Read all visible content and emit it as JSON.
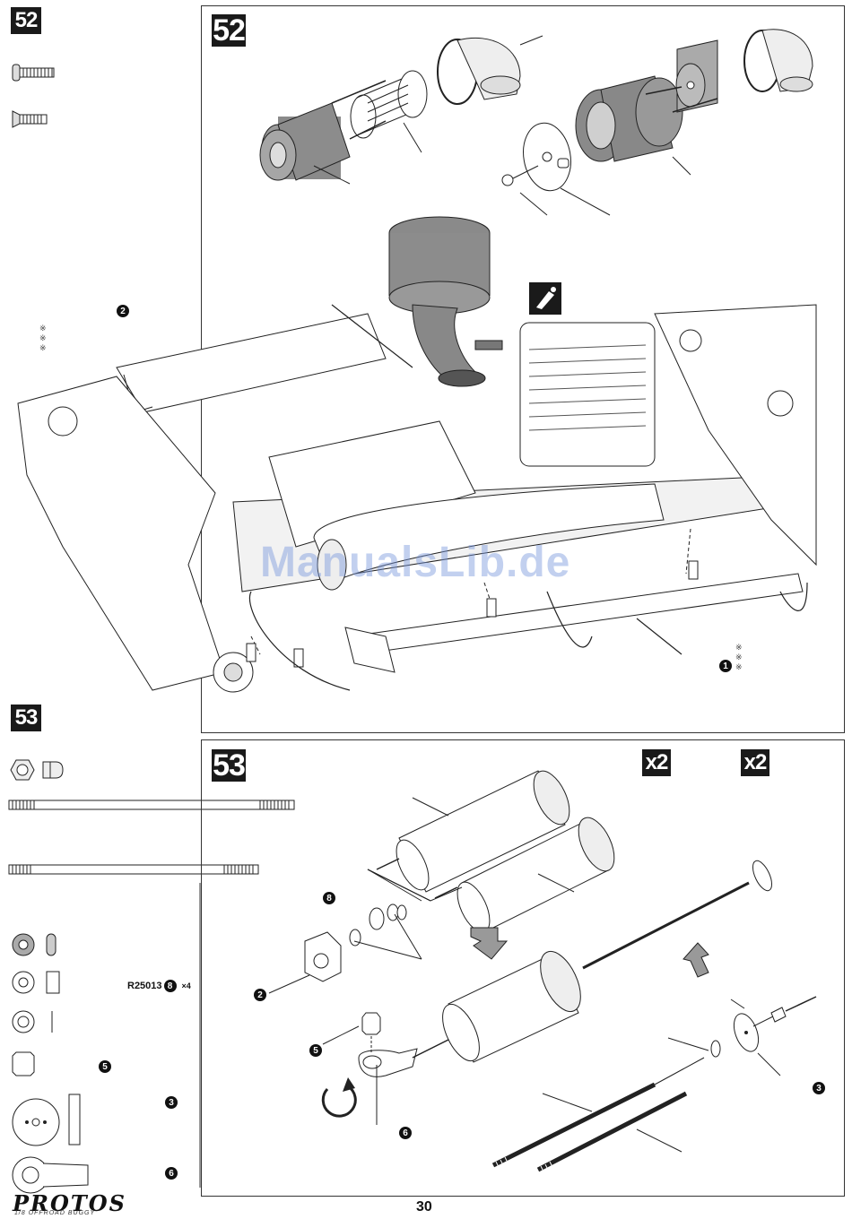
{
  "steps": {
    "step52": {
      "number": "52"
    },
    "step53": {
      "number": "53",
      "multiplier_a": "x2",
      "multiplier_b": "x2"
    }
  },
  "callouts": {
    "c1": "1",
    "c2": "2",
    "c3": "3",
    "c5": "5",
    "c6": "6",
    "c8": "8"
  },
  "sidebar53": {
    "part_code": "R25013",
    "part_code_callout": "8",
    "part_code_qty": "×4",
    "callout5": "5",
    "callout3": "3",
    "callout6": "6"
  },
  "notes": {
    "mark": "※"
  },
  "watermark": "ManualsLib.de",
  "page_number": "30",
  "brand": {
    "logo": "PROTOS",
    "subtitle": "1/8 OFFROAD BUGGY"
  }
}
